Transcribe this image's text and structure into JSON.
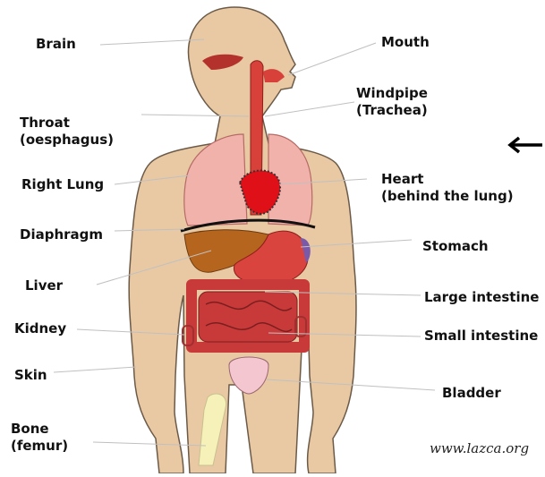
{
  "labels": {
    "brain": "Brain",
    "mouth": "Mouth",
    "windpipe": "Windpipe\n(Trachea)",
    "throat": "Throat\n(oesphagus)",
    "right_lung": "Right Lung",
    "heart": "Heart\n(behind the lung)",
    "diaphragm": "Diaphragm",
    "stomach": "Stomach",
    "liver": "Liver",
    "large_intestine": "Large intestine",
    "kidney": "Kidney",
    "small_intestine": "Small intestine",
    "skin": "Skin",
    "bladder": "Bladder",
    "bone": "Bone\n(femur)"
  },
  "credit": "www.lazca.org",
  "icons": {
    "pointer": "left-arrow-icon"
  },
  "colors": {
    "skin": "#e9c9a3",
    "skin_outline": "#6b5a48",
    "lung": "#f2b2ac",
    "heart": "#e01018",
    "liver": "#b5651d",
    "stomach": "#d9443e",
    "intestine": "#c83a3a",
    "bladder": "#f4c6cf",
    "bone": "#f6f1b8",
    "brain_cavity": "#b4322c",
    "trachea": "#c8b8a8",
    "esophagus": "#d8413a",
    "leader": "#c0c0c0"
  }
}
